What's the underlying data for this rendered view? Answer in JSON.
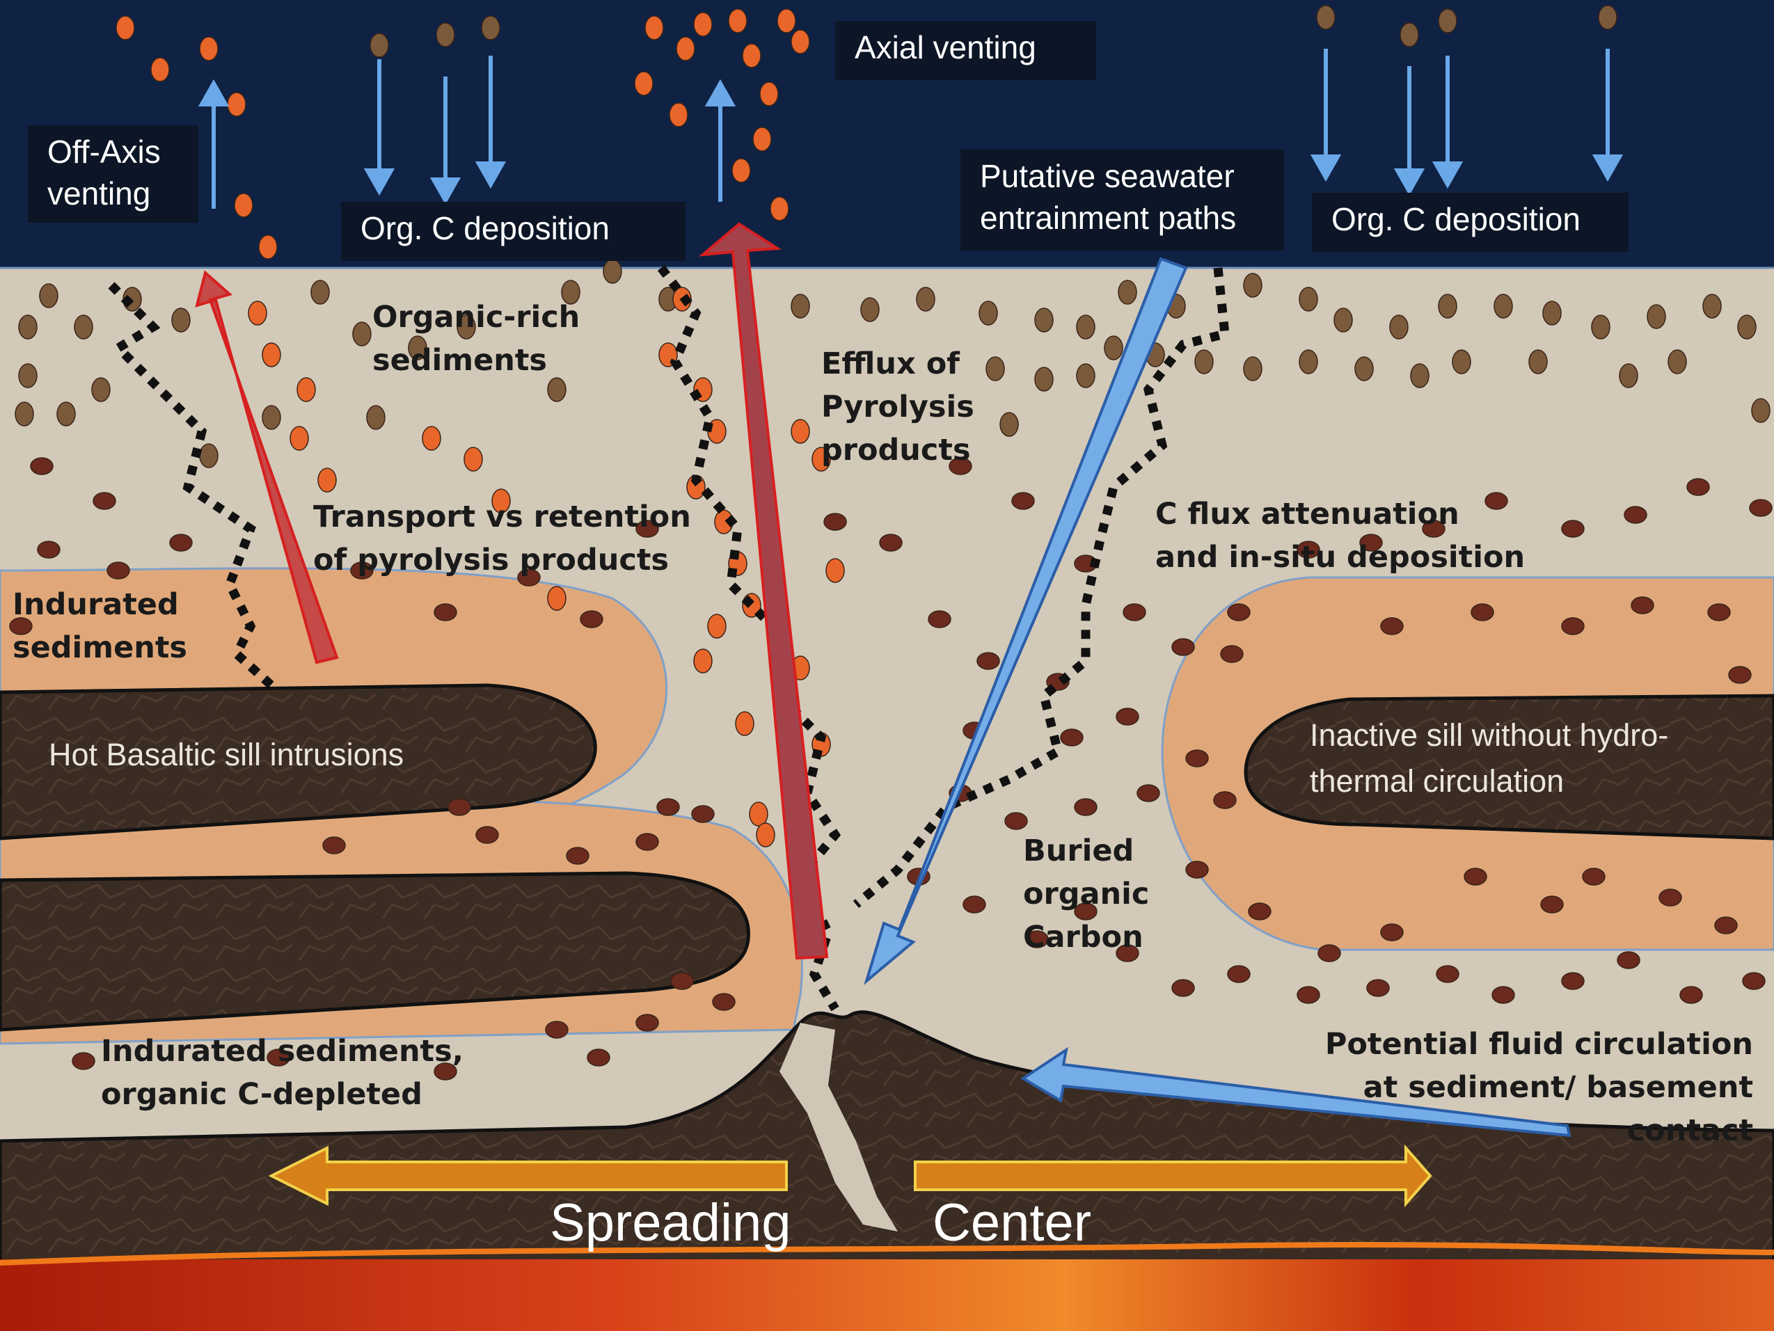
{
  "labels": {
    "off_axis_venting": "Off-Axis\nventing",
    "org_c_deposition_left": "Org. C deposition",
    "axial_venting": "Axial venting",
    "putative_seawater": "Putative seawater\nentrainment paths",
    "org_c_deposition_right": "Org. C deposition",
    "organic_rich_sediments": "Organic-rich\nsediments",
    "efflux_pyrolysis": "Efflux of\nPyrolysis\nproducts",
    "transport_vs_retention": "Transport vs retention\nof pyrolysis products",
    "c_flux_attenuation": "C flux attenuation\nand in-situ deposition",
    "indurated_sediments": "Indurated\nsediments",
    "hot_basaltic_sill": "Hot Basaltic sill intrusions",
    "inactive_sill": "Inactive sill without hydro-\nthermal circulation",
    "buried_organic_carbon": "Buried\norganic\nCarbon",
    "indurated_depleted": "Indurated sediments,\norganic C-depleted",
    "potential_fluid_circulation": "Potential fluid circulation\nat sediment/ basement\ncontact",
    "spreading": "Spreading",
    "center": "Center"
  },
  "colors": {
    "seawater": "#0f2244",
    "sediment": "#d3c9b8",
    "indurated": "#e0a87a",
    "basalt": "#3b2c23",
    "magma": "#c8280c",
    "hot_flux_arrow": "#b8393a",
    "seawater_arrow": "#6aa8e8",
    "spreading_arrow": "#d7801a",
    "light_particle": "#e8662a",
    "dark_particle": "#7b5a3c"
  }
}
